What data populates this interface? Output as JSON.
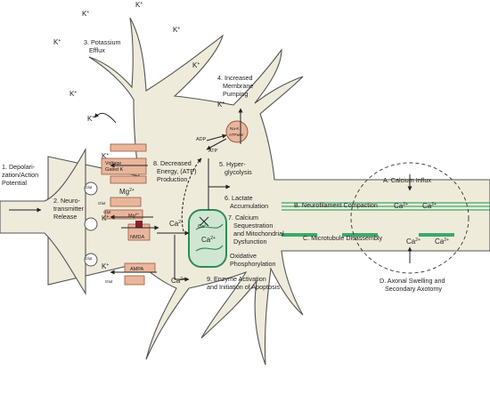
{
  "ions": {
    "k": "K",
    "k_sup": "+",
    "mg": "Mg",
    "mg_sup": "2+",
    "ca": "Ca",
    "ca_sup": "2+",
    "glut": "Glut"
  },
  "steps": {
    "s1_line1": "1. Depolari-",
    "s1_line2": "zation/Action",
    "s1_line3": "Potential",
    "s2_line1": "2. Neuro-",
    "s2_line2": "transmitter",
    "s2_line3": "Release",
    "s3_line1": "3. Potassium",
    "s3_line2": "Efflux",
    "s4_line1": "4. Increased",
    "s4_line2": "Membrane",
    "s4_line3": "Pumping",
    "s5_line1": "5. Hyper-",
    "s5_line2": "glycolysis",
    "s6_line1": "6. Lactate",
    "s6_line2": "Accumulation",
    "s7_line1": "7. Calcium",
    "s7_line2": "Sequestration",
    "s7_line3": "and Mitochondrial",
    "s7_line4": "Dysfunction",
    "s8_line1": "8. Decreased",
    "s8_line2": "Energy, (ATP)",
    "s8_line3": "Production",
    "s9_line1": "9. Enzyme Activation",
    "s9_line2": "and Initiation of Apoptosis"
  },
  "labels": {
    "oxidative_line1": "Oxidative",
    "oxidative_line2": "Phosphorylation",
    "adp": "ADP",
    "atp": "ATP",
    "na_k_line1": "Na-K",
    "na_k_line2": "ATPase",
    "voltage_line1": "Voltage",
    "voltage_line2": "Gated K",
    "nmda": "NMDA",
    "ampa": "AMPA",
    "a_calcium_influx": "A. Calcium Influx",
    "b_neurofilament": "B. Neurofilament Compaction",
    "c_microtubule": "C. Microtubule Disassembly",
    "d_line1": "D. Axonal Swelling and",
    "d_line2": "Secondary Axotomy"
  },
  "colors": {
    "neuron_fill": "#efebdb",
    "outline": "#555555",
    "channel_fill": "#e9b69d",
    "channel_stroke": "#9a5a3a",
    "mito_fill": "#cfe7d2",
    "mito_stroke": "#2e8b57",
    "filament": "#3aaa6a",
    "nmda_block": "#8a1f2b"
  }
}
